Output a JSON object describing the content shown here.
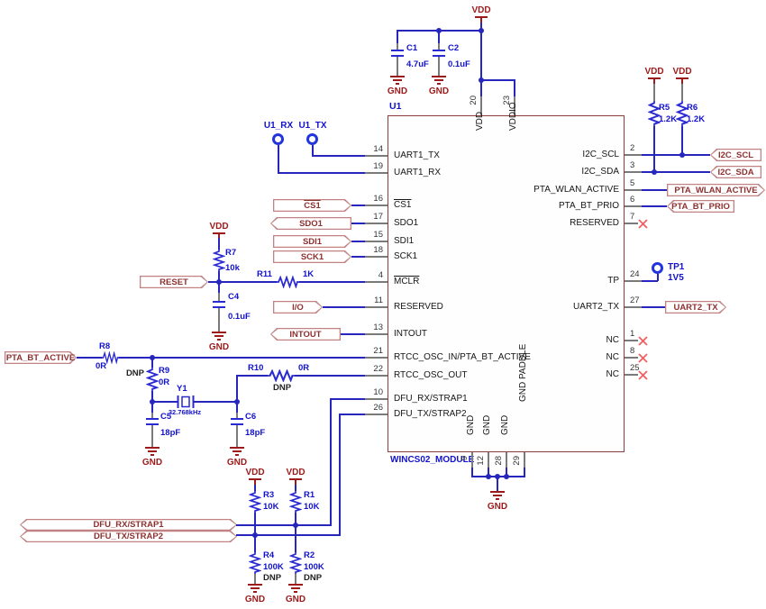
{
  "chip": {
    "designator": "U1",
    "module_name": "WINCS02_MODULE",
    "left_pins": [
      {
        "num": "14",
        "name": "UART1_TX"
      },
      {
        "num": "19",
        "name": "UART1_RX"
      },
      {
        "num": "16",
        "name": "CS1"
      },
      {
        "num": "17",
        "name": "SDO1"
      },
      {
        "num": "15",
        "name": "SDI1"
      },
      {
        "num": "18",
        "name": "SCK1"
      },
      {
        "num": "4",
        "name": "MCLR"
      },
      {
        "num": "11",
        "name": "RESERVED"
      },
      {
        "num": "13",
        "name": "INTOUT"
      },
      {
        "num": "21",
        "name": "RTCC_OSC_IN/PTA_BT_ACTIVE"
      },
      {
        "num": "22",
        "name": "RTCC_OSC_OUT"
      },
      {
        "num": "10",
        "name": "DFU_RX/STRAP1"
      },
      {
        "num": "26",
        "name": "DFU_TX/STRAP2"
      }
    ],
    "right_pins": [
      {
        "num": "2",
        "name": "I2C_SCL"
      },
      {
        "num": "3",
        "name": "I2C_SDA"
      },
      {
        "num": "5",
        "name": "PTA_WLAN_ACTIVE"
      },
      {
        "num": "6",
        "name": "PTA_BT_PRIO"
      },
      {
        "num": "7",
        "name": "RESERVED"
      },
      {
        "num": "24",
        "name": "TP"
      },
      {
        "num": "27",
        "name": "UART2_TX"
      },
      {
        "num": "1",
        "name": "NC"
      },
      {
        "num": "8",
        "name": "NC"
      },
      {
        "num": "25",
        "name": "NC"
      }
    ],
    "top_pins": [
      {
        "num": "20",
        "name": "VDD"
      },
      {
        "num": "23",
        "name": "VDDIO"
      }
    ],
    "bottom_pins": [
      {
        "num": "9",
        "name": "GND"
      },
      {
        "num": "12",
        "name": "GND"
      },
      {
        "num": "28",
        "name": "GND"
      },
      {
        "num": "29",
        "name": "GND PADDLE"
      }
    ]
  },
  "ports": {
    "cs1": "CS1",
    "sdo1": "SDO1",
    "sdi1": "SDI1",
    "sck1": "SCK1",
    "reset": "RESET",
    "io": "I/O",
    "intout": "INTOUT",
    "pta_bt_active": "PTA_BT_ACTIVE",
    "dfu_rx": "DFU_RX/STRAP1",
    "dfu_tx": "DFU_TX/STRAP2",
    "i2c_scl": "I2C_SCL",
    "i2c_sda": "I2C_SDA",
    "pta_wlan_active": "PTA_WLAN_ACTIVE",
    "pta_bt_prio": "PTA_BT_PRIO",
    "uart2_tx": "UART2_TX"
  },
  "components": {
    "c1": {
      "ref": "C1",
      "value": "4.7uF"
    },
    "c2": {
      "ref": "C2",
      "value": "0.1uF"
    },
    "c4": {
      "ref": "C4",
      "value": "0.1uF"
    },
    "c5": {
      "ref": "C5",
      "value": "18pF"
    },
    "c6": {
      "ref": "C6",
      "value": "18pF"
    },
    "r1": {
      "ref": "R1",
      "value": "10K"
    },
    "r2": {
      "ref": "R2",
      "value": "100K",
      "note": "DNP"
    },
    "r3": {
      "ref": "R3",
      "value": "10K"
    },
    "r4": {
      "ref": "R4",
      "value": "100K",
      "note": "DNP"
    },
    "r5": {
      "ref": "R5",
      "value": "1.2K"
    },
    "r6": {
      "ref": "R6",
      "value": "1.2K"
    },
    "r7": {
      "ref": "R7",
      "value": "10k"
    },
    "r8": {
      "ref": "R8",
      "value": "0R"
    },
    "r9": {
      "ref": "R9",
      "value": "0R",
      "note": "DNP"
    },
    "r10": {
      "ref": "R10",
      "value": "0R",
      "note": "DNP"
    },
    "r11": {
      "ref": "R11",
      "value": "1K"
    },
    "y1": {
      "ref": "Y1",
      "value": "32.768kHz"
    }
  },
  "testpoints": {
    "u1_rx": "U1_RX",
    "u1_tx": "U1_TX",
    "tp1": {
      "ref": "TP1",
      "net": "1V5"
    }
  },
  "power": {
    "vdd": "VDD",
    "gnd": "GND"
  }
}
